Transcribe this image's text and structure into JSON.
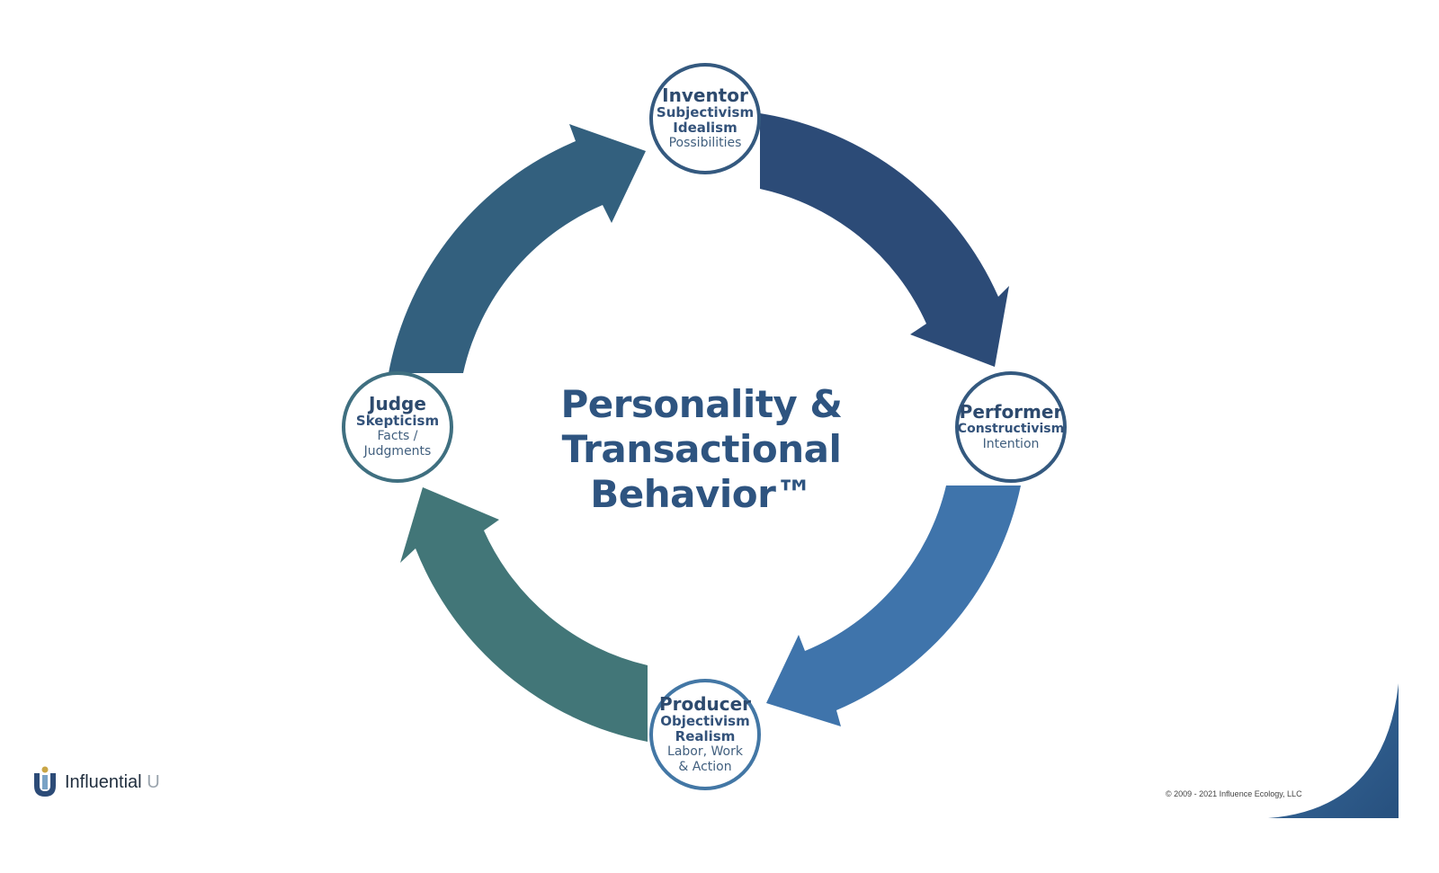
{
  "center": {
    "line1": "Personality &",
    "line2": "Transactional Behavior™"
  },
  "nodes": {
    "inventor": {
      "name": "Inventor",
      "line1": "Subjectivism",
      "line2": "Idealism",
      "line3": "Possibilities"
    },
    "performer": {
      "name": "Performer",
      "line1": "Constructivism",
      "line2": "Intention"
    },
    "producer": {
      "name": "Producer",
      "line1": "Objectivism",
      "line2": "Realism",
      "line3": "Labor, Work",
      "line4": "& Action"
    },
    "judge": {
      "name": "Judge",
      "line1": "Skepticism",
      "line2": "Facts /",
      "line3": "Judgments"
    }
  },
  "brand": {
    "name": "Influential",
    "suffix": "U"
  },
  "copyright": "© 2009 - 2021 Influence Ecology, LLC",
  "colors": {
    "ring_top": "#2b4a76",
    "ring_right": "#3b6fa8",
    "ring_bottom": "#4a7fa8",
    "ring_left": "#3e6f78",
    "title": "#2e5480",
    "corner": "#2c5a8c"
  },
  "icons": {
    "brand_logo": "u-logo-icon"
  }
}
